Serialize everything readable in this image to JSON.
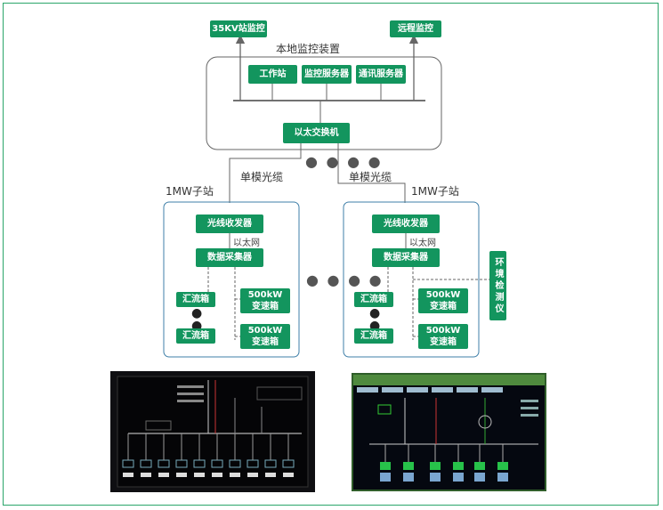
{
  "top": {
    "kv35_monitor": "35KV站监控",
    "remote_monitor": "远程监控",
    "local_monitor_device": "本地监控装置",
    "workstation": "工作站",
    "monitor_server": "监控服务器",
    "comm_server": "通讯服务器",
    "ethernet_switch": "以太交换机"
  },
  "links": {
    "singlemode_left": "单模光缆",
    "singlemode_right": "单模光缆"
  },
  "substation_left": {
    "title": "1MW子站",
    "transceiver": "光线收发器",
    "ethernet": "以太网",
    "collector": "数据采集器",
    "combiner_top": "汇流箱",
    "combiner_bottom": "汇流箱",
    "transformer_top": "500kW\n变速箱",
    "transformer_bottom": "500kW\n变速箱"
  },
  "substation_right": {
    "title": "1MW子站",
    "transceiver": "光线收发器",
    "ethernet": "以太网",
    "collector": "数据采集器",
    "combiner_top": "汇流箱",
    "combiner_bottom": "汇流箱",
    "transformer_top": "500kW\n变速箱",
    "transformer_bottom": "500kW\n变速箱",
    "env_monitor": "环境检测仪"
  },
  "colors": {
    "accent": "#13955e",
    "frame": "#2aa56a",
    "line": "#666666"
  }
}
